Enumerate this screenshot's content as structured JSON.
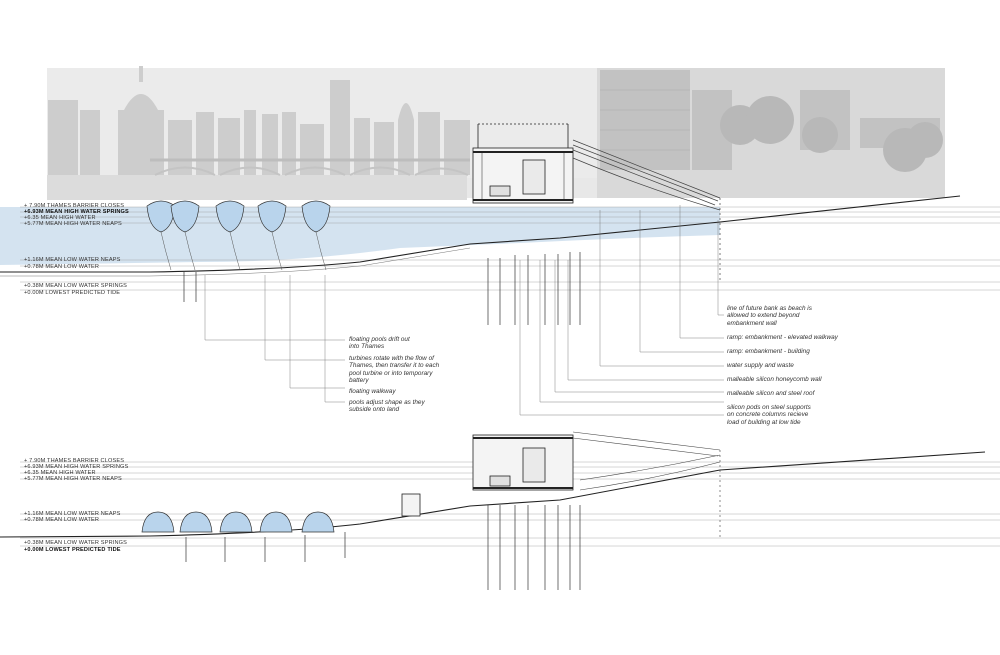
{
  "upper_section": {
    "levels": [
      "+ 7.90M THAMES BARRIER CLOSES",
      "+6.93M MEAN HIGH WATER SPRINGS",
      "+6.35 MEAN HIGH WATER",
      "+5.77M MEAN HIGH WATER NEAPS",
      "+1.16M MEAN LOW WATER NEAPS",
      "+0.78M MEAN LOW WATER",
      "+0.38M MEAN LOW WATER SPRINGS",
      "+0.00M LOWEST PREDICTED TIDE"
    ]
  },
  "lower_section": {
    "levels": [
      "+ 7.90M THAMES BARRIER CLOSES",
      "+6.93M MEAN HIGH WATER SPRINGS",
      "+6.35 MEAN HIGH WATER",
      "+5.77M MEAN HIGH WATER NEAPS",
      "+1.16M MEAN LOW WATER NEAPS",
      "+0.78M MEAN LOW WATER",
      "+0.38M MEAN LOW WATER SPRINGS",
      "+0.00M LOWEST PREDICTED TIDE"
    ]
  },
  "annotations_left": [
    "floating pools drift out\ninto Thames",
    "turbines rotate with the flow of\nThames, then transfer it to each\npool turbine or into temporary\nbattery",
    "floating walkway",
    "pools adjust shape as they\nsubside onto land"
  ],
  "annotations_right": [
    "line of future bank as beach is\nallowed to extend beyond\nembankment wall",
    "ramp: embankment - elevated walkway",
    "ramp: embankment - building",
    "water supply and waste",
    "malleable silicon honeycomb wall",
    "malleable silicon and steel roof",
    "silicon pods on steel supports\non concrete columns recieve\nload of building at low tide"
  ],
  "colors": {
    "water": "#cfe0ee",
    "pool": "#b9d4ec",
    "skyline_bg": "#e6e6e6",
    "skyline_fg": "#c9c9c9",
    "ink": "#333333"
  }
}
